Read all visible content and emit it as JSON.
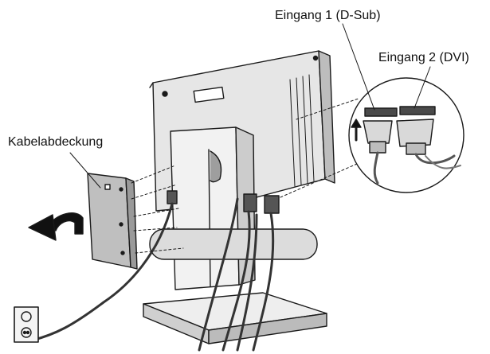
{
  "labels": {
    "cable_cover": "Kabelabdeckung",
    "input_1": "Eingang 1 (D-Sub)",
    "input_2": "Eingang 2 (DVI)"
  },
  "icons": {
    "removal_arrow": "curved-arrow-left-icon",
    "connect_arrow": "arrow-up-icon",
    "power_outlet": "power-outlet-icon"
  },
  "colors": {
    "line": "#1a1a1a",
    "panel": "#e6e6e6",
    "panel_dark": "#bdbdbd",
    "background": "#ffffff"
  }
}
